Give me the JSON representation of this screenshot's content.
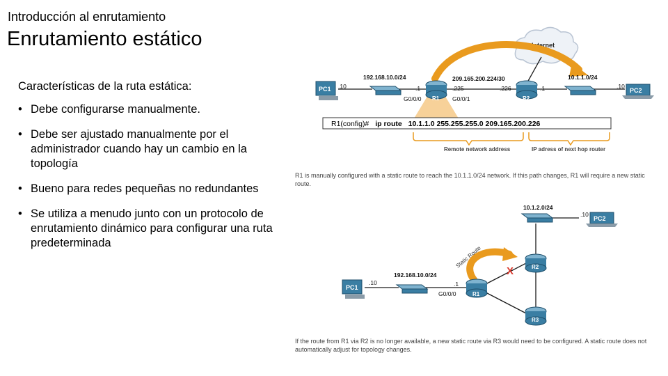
{
  "header": {
    "subtitle": "Introducción al enrutamiento",
    "title": "Enrutamiento estático"
  },
  "content": {
    "lead": "Características de la ruta estática:",
    "bullets": [
      "Debe configurarse manualmente.",
      "Debe ser ajustado manualmente por el administrador cuando hay un cambio en la topología",
      "Bueno para redes pequeñas no redundantes",
      "Se utiliza a menudo junto con un protocolo de enrutamiento dinámico para configurar una ruta predeterminada"
    ]
  },
  "diagram1": {
    "cloud": "Internet",
    "pc1": "PC1",
    "pc2": "PC2",
    "r1": "R1",
    "r2": "R2",
    "net_left": "192.168.10.0/24",
    "net_mid": "209.165.200.224/30",
    "net_right": "10.1.1.0/24",
    "pc1_host": ".10",
    "r1_left_if": ".1",
    "r1_left_port": "G0/0/0",
    "r1_right_if": ".225",
    "r1_right_port": "G0/0/1",
    "r2_left_if": ".226",
    "r2_right_if": ".1",
    "pc2_host": ".10",
    "command_prompt": "R1(config)#",
    "command_keyword": "ip route",
    "command_args": "10.1.1.0 255.255.255.0 209.165.200.226",
    "annot_remote": "Remote network address",
    "annot_nexthop": "IP adress of next hop router",
    "caption": "R1 is manually configured with a static route to reach the 10.1.1.0/24 network. If this path changes, R1 will require a new static route.",
    "colors": {
      "accent": "#e99a1e",
      "router": "#3a7ea3",
      "line": "#1a1a1a"
    }
  },
  "diagram2": {
    "pc1": "PC1",
    "pc2": "PC2",
    "r1": "R1",
    "r2": "R2",
    "r3": "R3",
    "net_top": "10.1.2.0/24",
    "net_left": "192.168.10.0/24",
    "pc2_host": ".10",
    "pc1_host": ".10",
    "r1_if": ".1",
    "r1_port": "G0/0/0",
    "static_route_label": "Static Route",
    "fail_mark": "X",
    "caption": "If the route from R1 via R2 is no longer available, a new static route via R3 would need to be configured. A static route does not automatically adjust for topology changes."
  }
}
